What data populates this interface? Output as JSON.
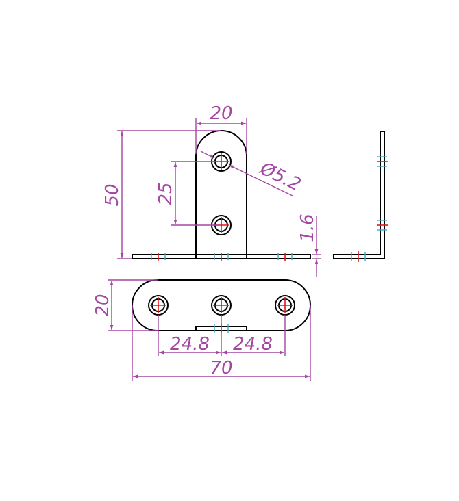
{
  "drawing": {
    "colors": {
      "outline": "#000000",
      "dimension": "#a347a3",
      "centerline_red": "#e01818",
      "centerline_cyan": "#3fa7c0",
      "background": "#ffffff"
    },
    "dimensions": {
      "top_width": "20",
      "hole_diameter": "Ø5.2",
      "overall_height": "50",
      "hole_spacing_vertical": "25",
      "thickness": "1.6",
      "bottom_width": "20",
      "hole_spacing_left": "24.8",
      "hole_spacing_right": "24.8",
      "overall_length": "70"
    }
  }
}
